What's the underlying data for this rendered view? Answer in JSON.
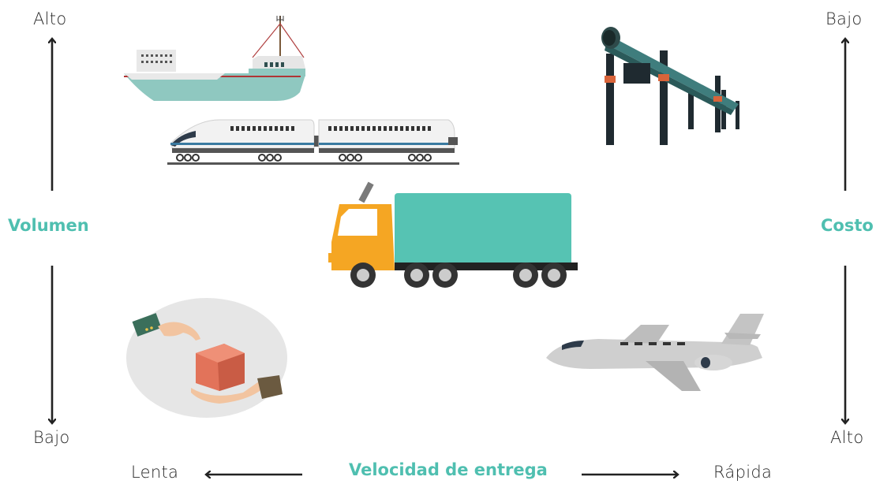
{
  "left_axis": {
    "top": "Alto",
    "title": "Volumen",
    "bottom": "Bajo"
  },
  "right_axis": {
    "top": "Bajo",
    "title": "Costo",
    "bottom": "Alto"
  },
  "bottom_axis": {
    "left": "Lenta",
    "title": "Velocidad de entrega",
    "right": "Rápida"
  },
  "colors": {
    "accent": "#4fbfb0",
    "ship_hull": "#8fc8c0",
    "truck_box": "#56c3b3",
    "truck_cab": "#f5a623",
    "pipe": "#3f7d7d",
    "box": "#e2735a",
    "plane": "#c9c9c9"
  },
  "icons": [
    "ship-icon",
    "train-icon",
    "pipeline-icon",
    "truck-icon",
    "hand-delivery-icon",
    "airplane-icon"
  ]
}
